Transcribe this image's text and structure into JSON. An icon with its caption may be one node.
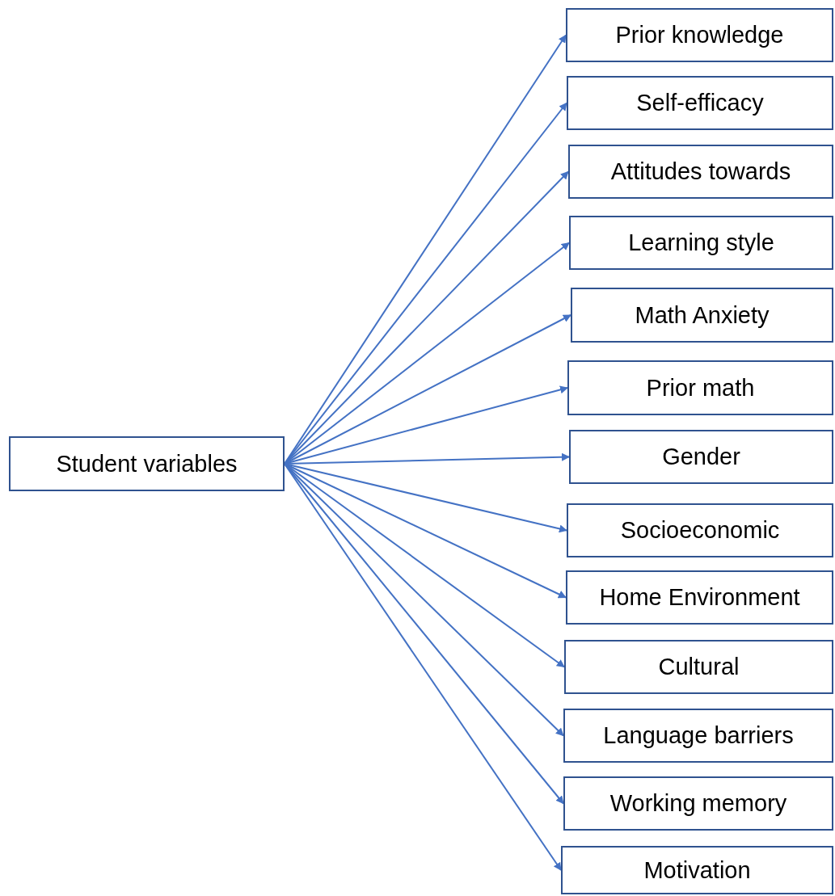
{
  "diagram": {
    "nodes": [
      {
        "text": [
          "Student variables"
        ]
      },
      {
        "text": [
          "Prior knowledge"
        ]
      },
      {
        "text": [
          "Self-efficacy"
        ]
      },
      {
        "text": [
          "Attitudes towards"
        ]
      },
      {
        "text": [
          "Learning style"
        ]
      },
      {
        "text": [
          "Math Anxiety"
        ]
      },
      {
        "text": [
          "Prior math"
        ]
      },
      {
        "text": [
          "Gender"
        ]
      },
      {
        "text": [
          "Socioeconomic"
        ]
      },
      {
        "text": [
          "Home Environment"
        ]
      },
      {
        "text": [
          "Cultural"
        ]
      },
      {
        "text": [
          "Language barriers"
        ]
      },
      {
        "text": [
          "Working memory"
        ]
      },
      {
        "text": [
          "Motivation"
        ]
      }
    ],
    "edges": [
      {
        "from": 0,
        "to": 1,
        "arrow": "to"
      },
      {
        "from": 0,
        "to": 2,
        "arrow": "to"
      },
      {
        "from": 0,
        "to": 3,
        "arrow": "to"
      },
      {
        "from": 0,
        "to": 4,
        "arrow": "to"
      },
      {
        "from": 0,
        "to": 5,
        "arrow": "to"
      },
      {
        "from": 0,
        "to": 6,
        "arrow": "to"
      },
      {
        "from": 0,
        "to": 7,
        "arrow": "to"
      },
      {
        "from": 0,
        "to": 8,
        "arrow": "to"
      },
      {
        "from": 0,
        "to": 9,
        "arrow": "to"
      },
      {
        "from": 0,
        "to": 10,
        "arrow": "to"
      },
      {
        "from": 0,
        "to": 11,
        "arrow": "to"
      },
      {
        "from": 0,
        "to": 12,
        "arrow": "to"
      },
      {
        "from": 0,
        "to": 13,
        "arrow": "to"
      }
    ]
  }
}
